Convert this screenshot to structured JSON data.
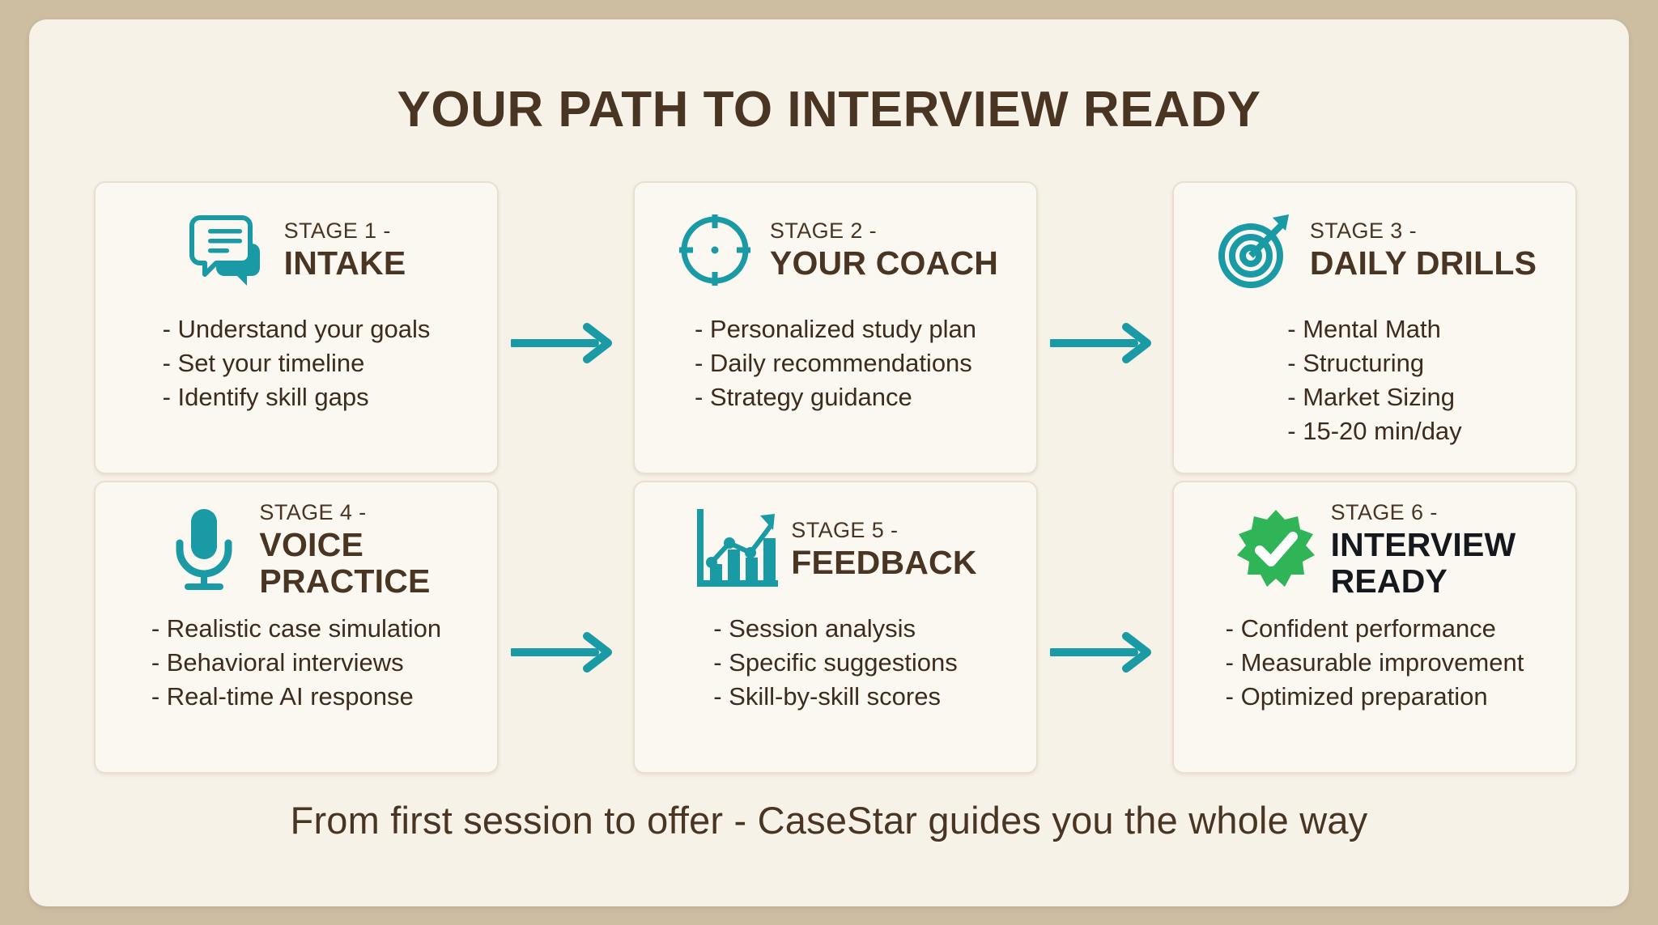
{
  "header": {
    "title": "YOUR PATH TO INTERVIEW READY"
  },
  "colors": {
    "outer_background": "#cdbda1",
    "panel_background": "#f7f2e8",
    "card_background": "#fbf8f2",
    "card_border": "#e8dfcf",
    "accent_teal": "#1a9aa5",
    "accent_green": "#2fb457",
    "text_brown": "#4a3422",
    "text_dark": "#15181c"
  },
  "stages": [
    {
      "id": "intake",
      "label": "STAGE 1 -",
      "title": "INTAKE",
      "icon": "speech-bubbles-icon",
      "icon_color": "#1a9aa5",
      "title_color": "#4a3422",
      "bullets": [
        "- Understand your goals",
        "- Set your timeline",
        "- Identify skill gaps"
      ]
    },
    {
      "id": "your-coach",
      "label": "STAGE 2 -",
      "title": "YOUR COACH",
      "icon": "compass-icon",
      "icon_color": "#1a9aa5",
      "title_color": "#4a3422",
      "bullets": [
        "- Personalized study plan",
        "- Daily recommendations",
        "- Strategy guidance"
      ]
    },
    {
      "id": "daily-drills",
      "label": "STAGE 3 -",
      "title": "DAILY DRILLS",
      "icon": "target-arrow-icon",
      "icon_color": "#1a9aa5",
      "title_color": "#4a3422",
      "bullets": [
        "- Mental Math",
        "- Structuring",
        "- Market Sizing",
        "- 15-20 min/day"
      ]
    },
    {
      "id": "voice-practice",
      "label": "STAGE 4 -",
      "title": "VOICE\nPRACTICE",
      "icon": "microphone-icon",
      "icon_color": "#1a9aa5",
      "title_color": "#4a3422",
      "bullets": [
        "- Realistic case simulation",
        "- Behavioral interviews",
        "- Real-time AI response"
      ]
    },
    {
      "id": "feedback",
      "label": "STAGE 5 -",
      "title": "FEEDBACK",
      "icon": "bar-chart-growth-icon",
      "icon_color": "#1a9aa5",
      "title_color": "#4a3422",
      "bullets": [
        "- Session analysis",
        "- Specific suggestions",
        "- Skill-by-skill scores"
      ]
    },
    {
      "id": "interview-ready",
      "label": "STAGE 6 -",
      "title": "INTERVIEW\nREADY",
      "icon": "verified-check-badge-icon",
      "icon_color": "#2fb457",
      "title_color": "#15181c",
      "bullets": [
        "- Confident performance",
        "- Measurable improvement",
        "- Optimized preparation"
      ]
    }
  ],
  "connectors": [
    {
      "id": "arrow-1-to-2",
      "icon": "arrow-right-icon"
    },
    {
      "id": "arrow-2-to-3",
      "icon": "arrow-right-icon"
    },
    {
      "id": "arrow-4-to-5",
      "icon": "arrow-right-icon"
    },
    {
      "id": "arrow-5-to-6",
      "icon": "arrow-right-icon"
    }
  ],
  "footer": {
    "tagline": "From first session to offer - CaseStar guides you the whole way"
  }
}
